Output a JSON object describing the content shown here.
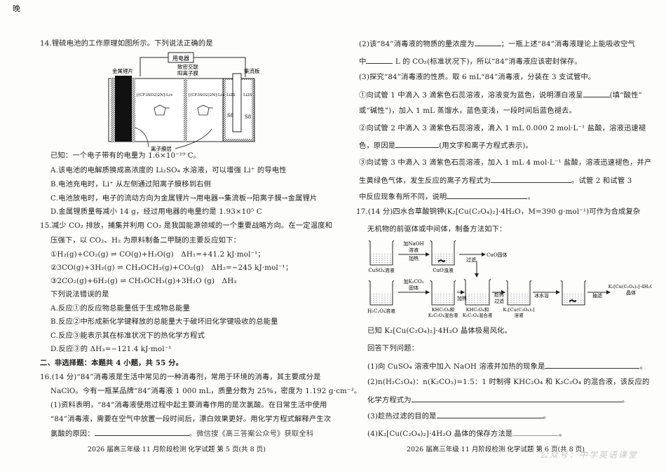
{
  "corner_mark": "晚",
  "left": {
    "q14": {
      "stem": "14.锂硫电池的工作原理如图所示。下列说法正确的是",
      "diagram": {
        "device": "用电器",
        "anode": "金属锂片",
        "membrane": [
          "致密交联",
          "阳离子膜"
        ],
        "collector": "集流板",
        "electrolyte": "[(CF3SO2)2N]-Li+",
        "li2s": "Li2S",
        "s8": "S8",
        "ion_layer": "离子膜层"
      },
      "known": "已知：一个电子带有的电量为 1.6×10⁻¹⁹ C。",
      "options": [
        "A.该电池的电解质换成高浓度的 Li₂SO₄ 水溶液，可以增强 Li⁺ 的导电性",
        "B.电池充电时，Li⁺ 从左侧通过阳离子膜移到右侧",
        "C.电池放电时，电子的流动方向为金属锂片→用电器→集流板→阳离子膜→金属锂片",
        "D.金属锂质量每减小 14 g，经过用电器的电量约是 1.93×10⁵ C"
      ]
    },
    "q15": {
      "stem1": "15.减少 CO₂ 排放，捕集并利用 CO₂ 是我国能源领域的一个重要战略方向。在一定温度和",
      "stem2": "压强下，以 CO₂、H₂ 为原料制备二甲醚的主要反应如下：",
      "reactions": [
        "①H₂(g)+CO₂(g) ⇌ CO(g)+H₂O(g)　ΔH₁=+41.2 kJ·mol⁻¹；",
        "②3CO(g)+3H₂(g) ⇌ CH₃OCH₃(g)+CO₂(g)　ΔH₂=−245 kJ·mol⁻¹；",
        "③2CO₂(g)+6H₂(g) ⇌ CH₃OCH₃(g)+3H₂O (g)　ΔH₃"
      ],
      "ask": "下列说法错误的是",
      "options": [
        "A.反应①的反应物总能量低于生成物总能量",
        "B.反应②中形成新化学键释放的总能量大于破坏旧化学键吸收的总能量",
        "C.反应③能表示其在标准状况下的热化学方程式",
        "D.反应③的 ΔH₃=−121.4 kJ·mol⁻¹"
      ]
    },
    "section2": "二、非选择题：本题共 4 小题，共 55 分。",
    "q16": {
      "l1": "16.(14 分)“84”消毒液是生活中常见的一种消毒剂，常用于环境的消毒，其主要成分是",
      "l2": "NaClO。今有一瓶某品牌“84”消毒液 1 000 mL，质量分数为 25%，密度为 1.192 g·cm⁻³。",
      "l3": "(1)资料表明，“84”消毒液使用过程中起主要消毒作用的是次氯酸。在日常生活中使用",
      "l4": "“84”消毒液，需要在空气中放置一段时间后，漂白效果更好。用化学方程式解释产生次",
      "l5a": "氯酸的原因：",
      "l5b": "。微信搜《高三答案公众号》获取全科"
    },
    "footer": "2026 届高三年级 11 月阶段检测 化学试题 第 5 页(共 8 页)"
  },
  "right": {
    "q16": {
      "p2a": "(2)该“84”消毒液的物质的量浓度为",
      "p2b": "；一瓶上述“84”消毒液理论上能吸收空气",
      "p2c": "中",
      "p2d": "L 的 CO₂(标准状况下)，所以“84”消毒液应该密封保存。",
      "p3": "(3)探究“84”消毒液的性质。取 6 mL“84”消毒液，分装在 3 支试管中。",
      "s1a": "①向试管 1 中滴入 3 滴紫色石蕊溶液，溶液变为蓝色，说明漂白液呈",
      "s1b": "(填“酸性”",
      "s1c": "或“碱性”)，加入 1 mL 蒸馏水，蓝色变浅，一段时间后蓝色褪去。",
      "s2a": "②向试管 2 中滴入 3 滴紫色石蕊溶液，滴入 1 mL 0.000 2 mol·L⁻¹ 盐酸，溶液迅速褪",
      "s2b": "色，原因是",
      "s2c": "(用文字和离子方程式表示)。",
      "s3a": "③向试管 3 中滴入 3 滴紫色石蕊溶液，加入 1 mL 4 mol·L⁻¹ 盐酸，溶液迅速褪色，并产",
      "s3b": "生黄绿色气体，发生反应的离子方程式为",
      "s3c": "。试管 2 和试管 3",
      "s3d": "中反应现象有所不同，说明",
      "s3e": "。"
    },
    "q17": {
      "l1": "17.(14 分)四水合草酸铜钾(K₂[Cu(C₂O₄)₂]·4H₂O，M=390 g·mol⁻¹)可作为合成复杂",
      "l2": "无机物的前驱体或中间体，制备方法如下：",
      "flow": {
        "b1": "CuSO₄溶液",
        "a1": [
          "加NaOH",
          "溶液",
          "加热"
        ],
        "b2": "CuO浊液",
        "a2": "过滤",
        "cuo": "CuO固体",
        "b3": "H₂C₂O₄溶液",
        "a3": [
          "加K₂CO₃",
          "固体"
        ],
        "b4": [
          "KHC₂O₄和",
          "K₂C₂O₄混合液"
        ],
        "a4": "加热",
        "b5": [
          "KHC₂O₄和",
          "K₂C₂O₄混合液"
        ],
        "a5": [
          "趁热",
          "过滤"
        ],
        "b6": [
          "K₂[Cu(C₂O₄)₂]",
          "溶液"
        ],
        "a6": "冰水浴",
        "a7": "抽滤",
        "product": [
          "K₂[Cu(C₂O₄)₂]·4H₂O",
          "晶体"
        ]
      },
      "known": "已知 K₂[Cu(C₂O₄)₂]·4H₂O 晶体极易风化。",
      "ask": "回答下列问题：",
      "p1": "(1)向 CuSO₄ 溶液中加入 NaOH 溶液并加热的现象是",
      "p2a": "(2)n(H₂C₂O₄)：n(K₂CO₃)=1.5：1 时制得 KHC₂O₄ 和 K₂C₂O₄ 的混合液，该反应的",
      "p2b": "化学方程式为",
      "p3": "(3)趁热过滤的目的是",
      "p4": "(4)K₂[Cu(C₂O₄)₂]·4H₂O 晶体的保存方法是",
      "period": "。"
    },
    "footer": "2026 届高三年级 11 月阶段检测 化学试题 第 6 页(共 8 页)"
  },
  "watermark": "公众号：中学英语课堂"
}
